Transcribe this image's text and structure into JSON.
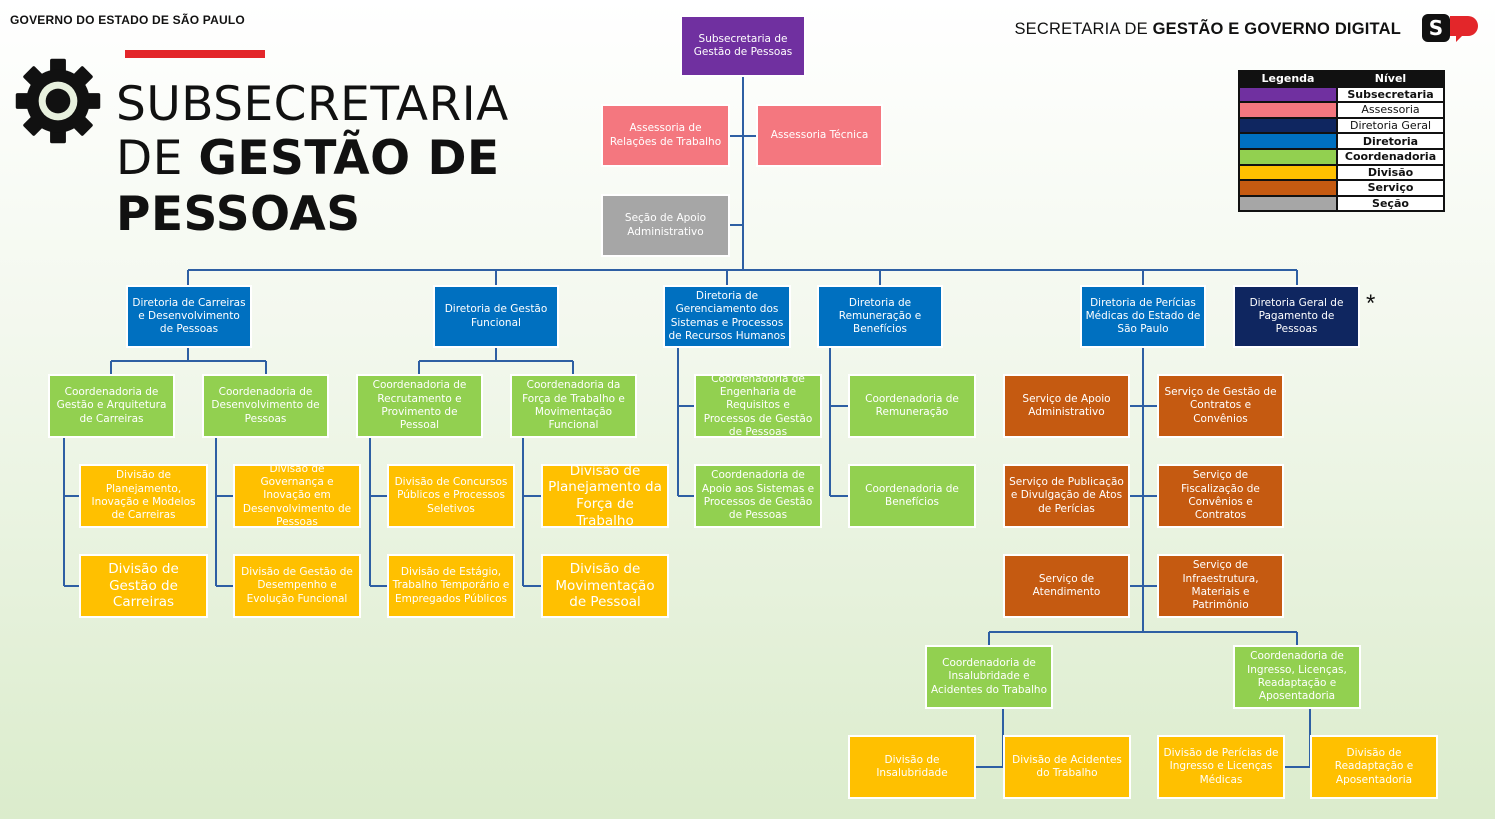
{
  "header": {
    "gov": "GOVERNO DO ESTADO DE SÃO PAULO",
    "title_line1": "SUBSECRETARIA",
    "title_line2_a": "DE ",
    "title_line2_b": "GESTÃO DE",
    "title_line3": "PESSOAS",
    "secretaria_a": "SECRETARIA DE ",
    "secretaria_b": "GESTÃO E GOVERNO DIGITAL"
  },
  "colors": {
    "subsecretaria": "#7030a0",
    "assessoria": "#f4777f",
    "diretoria_geral": "#0f2660",
    "diretoria": "#0070c0",
    "coordenadoria": "#92d050",
    "divisao": "#ffc000",
    "servico": "#c55a11",
    "secao": "#a6a6a6",
    "connector": "#2e5fa3"
  },
  "legend": {
    "header_legenda": "Legenda",
    "header_nivel": "Nível",
    "items": [
      {
        "label": "Subsecretaria",
        "color": "#7030a0",
        "bold": true
      },
      {
        "label": "Assessoria",
        "color": "#f4777f",
        "bold": false
      },
      {
        "label": "Diretoria Geral",
        "color": "#0f2660",
        "bold": false
      },
      {
        "label": "Diretoria",
        "color": "#0070c0",
        "bold": true
      },
      {
        "label": "Coordenadoria",
        "color": "#92d050",
        "bold": true
      },
      {
        "label": "Divisão",
        "color": "#ffc000",
        "bold": true
      },
      {
        "label": "Serviço",
        "color": "#c55a11",
        "bold": true
      },
      {
        "label": "Seção",
        "color": "#a6a6a6",
        "bold": true
      }
    ]
  },
  "asterisk": "*",
  "nodes": [
    {
      "id": "subsec",
      "level": "subsecretaria",
      "text": "Subsecretaria de Gestão de Pessoas"
    },
    {
      "id": "ass-rel",
      "level": "assessoria",
      "text": "Assessoria de Relações de Trabalho"
    },
    {
      "id": "ass-tec",
      "level": "assessoria",
      "text": "Assessoria Técnica"
    },
    {
      "id": "secao-apoio",
      "level": "secao",
      "text": "Seção de Apoio Administrativo"
    },
    {
      "id": "dir-carreiras",
      "level": "diretoria",
      "text": "Diretoria de Carreiras e Desenvolvimento de Pessoas"
    },
    {
      "id": "dir-funcional",
      "level": "diretoria",
      "text": "Diretoria de Gestão Funcional"
    },
    {
      "id": "dir-sistemas",
      "level": "diretoria",
      "text": "Diretoria de Gerenciamento dos Sistemas e Processos de Recursos Humanos"
    },
    {
      "id": "dir-remuneracao",
      "level": "diretoria",
      "text": "Diretoria de Remuneração e Benefícios"
    },
    {
      "id": "dir-pericias",
      "level": "diretoria",
      "text": "Diretoria de Perícias Médicas do Estado de São Paulo"
    },
    {
      "id": "dir-geral-pag",
      "level": "diretoria_geral",
      "text": "Diretoria Geral de Pagamento de Pessoas"
    },
    {
      "id": "coord-arquitetura",
      "level": "coordenadoria",
      "text": "Coordenadoria de Gestão e Arquitetura de Carreiras"
    },
    {
      "id": "coord-desenv",
      "level": "coordenadoria",
      "text": "Coordenadoria de Desenvolvimento de Pessoas"
    },
    {
      "id": "coord-recrut",
      "level": "coordenadoria",
      "text": "Coordenadoria de Recrutamento e Provimento de Pessoal"
    },
    {
      "id": "coord-forca",
      "level": "coordenadoria",
      "text": "Coordenadoria da Força de Trabalho e Movimentação Funcional"
    },
    {
      "id": "coord-engenharia",
      "level": "coordenadoria",
      "text": "Coordenadoria de Engenharia de Requisitos e Processos de Gestão de Pessoas"
    },
    {
      "id": "coord-apoio-sist",
      "level": "coordenadoria",
      "text": "Coordenadoria de Apoio aos Sistemas e Processos de Gestão de Pessoas"
    },
    {
      "id": "coord-remun",
      "level": "coordenadoria",
      "text": "Coordenadoria de Remuneração"
    },
    {
      "id": "coord-benef",
      "level": "coordenadoria",
      "text": "Coordenadoria de Benefícios"
    },
    {
      "id": "div-planej-inov",
      "level": "divisao",
      "text": "Divisão de Planejamento, Inovação e Modelos de Carreiras"
    },
    {
      "id": "div-gestao-carr",
      "level": "divisao",
      "text": "Divisão de Gestão de Carreiras",
      "big": true
    },
    {
      "id": "div-governanca",
      "level": "divisao",
      "text": "Divisão de Governança e Inovação em Desenvolvimento de Pessoas"
    },
    {
      "id": "div-desempenho",
      "level": "divisao",
      "text": "Divisão de Gestão de Desempenho e Evolução Funcional"
    },
    {
      "id": "div-concursos",
      "level": "divisao",
      "text": "Divisão de Concursos Públicos e Processos Seletivos"
    },
    {
      "id": "div-estagio",
      "level": "divisao",
      "text": "Divisão de Estágio, Trabalho Temporário e Empregados Públicos"
    },
    {
      "id": "div-planej-forca",
      "level": "divisao",
      "text": "Divisão de Planejamento da Força de Trabalho",
      "big": true
    },
    {
      "id": "div-movim",
      "level": "divisao",
      "text": "Divisão de Movimentação de Pessoal",
      "big": true
    },
    {
      "id": "serv-apoio",
      "level": "servico",
      "text": "Serviço de Apoio Administrativo"
    },
    {
      "id": "serv-contratos",
      "level": "servico",
      "text": "Serviço de Gestão de Contratos e Convênios"
    },
    {
      "id": "serv-publicacao",
      "level": "servico",
      "text": "Serviço de Publicação e Divulgação de Atos de Perícias"
    },
    {
      "id": "serv-fiscal",
      "level": "servico",
      "text": "Serviço de Fiscalização de Convênios e Contratos"
    },
    {
      "id": "serv-atend",
      "level": "servico",
      "text": "Serviço de Atendimento"
    },
    {
      "id": "serv-infra",
      "level": "servico",
      "text": "Serviço de Infraestrutura, Materiais e Patrimônio"
    },
    {
      "id": "coord-insalub",
      "level": "coordenadoria",
      "text": "Coordenadoria de Insalubridade e Acidentes do Trabalho"
    },
    {
      "id": "coord-ingresso",
      "level": "coordenadoria",
      "text": "Coordenadoria de Ingresso, Licenças, Readaptação e Aposentadoria"
    },
    {
      "id": "div-insalub",
      "level": "divisao",
      "text": "Divisão de Insalubridade"
    },
    {
      "id": "div-acidentes",
      "level": "divisao",
      "text": "Divisão de Acidentes do Trabalho"
    },
    {
      "id": "div-pericias-ing",
      "level": "divisao",
      "text": "Divisão de Perícias de Ingresso e Licenças Médicas"
    },
    {
      "id": "div-readapt",
      "level": "divisao",
      "text": "Divisão de Readaptação e Aposentadoria"
    }
  ]
}
